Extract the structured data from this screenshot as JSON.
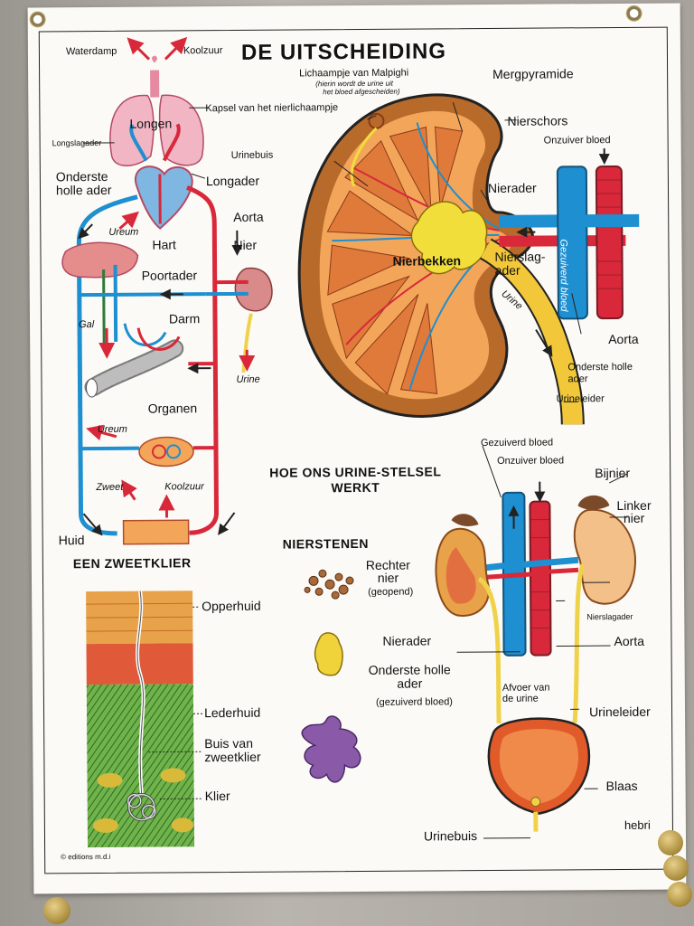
{
  "title": "DE UITSCHEIDING",
  "circulation": {
    "waterdamp": "Waterdamp",
    "koolzuur_top": "Koolzuur",
    "longen": "Longen",
    "longslagader": "Longslagader",
    "onderste_holle_ader": "Onderste\nholle ader",
    "longader": "Longader",
    "aorta": "Aorta",
    "ureum_hart": "Ureum",
    "hart": "Hart",
    "nier": "Nier",
    "poortader": "Poortader",
    "gal": "Gal",
    "darm": "Darm",
    "urine": "Urine",
    "organen": "Organen",
    "ureum_organen": "Ureum",
    "zweet": "Zweet",
    "koolzuur_huid": "Koolzuur",
    "huid": "Huid"
  },
  "kidney": {
    "malpighi": "Lichaampje van Malpighi",
    "malpighi_note1": "(hierin wordt de urine uit",
    "malpighi_note2": "het bloed afgescheiden)",
    "mergpyramide": "Mergpyramide",
    "kapsel": "Kapsel van het nierlichaampje",
    "nierschors": "Nierschors",
    "onzuiver_bloed": "Onzuiver bloed",
    "urinebuis": "Urinebuis",
    "nierader": "Nierader",
    "gezuiverd_bloed": "Gezuiverd bloed",
    "nierbekken": "Nierbekken",
    "nierslagader": "Nierslag-\nader",
    "urine": "Urine",
    "aorta": "Aorta",
    "onderste_holle_ader": "Onderste holle\nader",
    "urineleider": "Urineleider"
  },
  "sweat": {
    "heading": "EEN ZWEETKLIER",
    "opperhuid": "Opperhuid",
    "lederhuid": "Lederhuid",
    "buis": "Buis van\nzweetklier",
    "klier": "Klier"
  },
  "system": {
    "heading": "HOE ONS URINE-STELSEL\nWERKT",
    "gezuiverd_bloed": "Gezuiverd bloed",
    "onzuiver_bloed": "Onzuiver bloed",
    "bijnier": "Bijnier",
    "linker_nier": "Linker\nnier",
    "rechter_nier": "Rechter\nnier",
    "geopend": "(geopend)",
    "nierslagader": "Nierslagader",
    "nierader": "Nierader",
    "aorta": "Aorta",
    "onderste_holle_ader": "Onderste holle\nader",
    "gezuiverd_note": "(gezuiverd bloed)",
    "afvoer": "Afvoer van\nde urine",
    "urineleider": "Urineleider",
    "blaas": "Blaas",
    "urinebuis": "Urinebuis"
  },
  "stones": {
    "heading": "NIERSTENEN"
  },
  "footer": {
    "publisher": "hebri",
    "copyright": "© editions m.d.i"
  },
  "colors": {
    "artery": "#d8283a",
    "vein": "#1e8fd0",
    "urine": "#f0d24a",
    "kidney_outer": "#b86a2a",
    "skin_top": "#e8a24a",
    "skin_green": "#6fb34a",
    "stone_purple": "#8a5aa8"
  }
}
